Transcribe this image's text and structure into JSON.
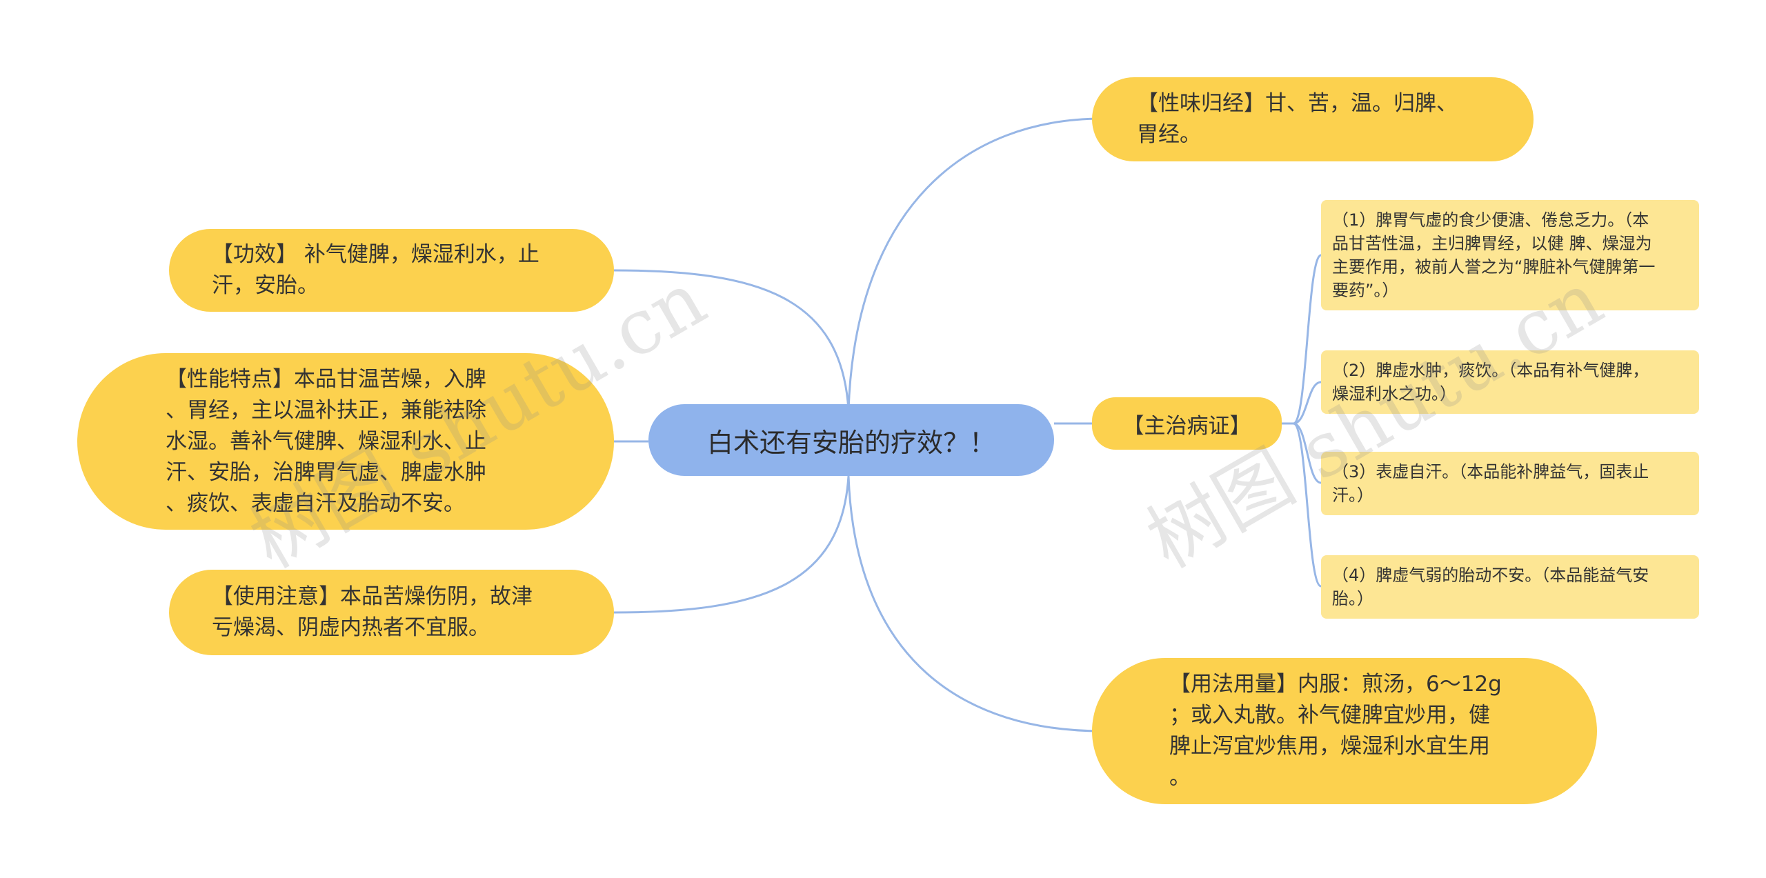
{
  "root": {
    "label": "白术还有安胎的疗效？！"
  },
  "left_nodes": [
    {
      "label": "【功效】 补气健脾，燥湿利水，止\n汗，安胎。"
    },
    {
      "label": "【性能特点】本品甘温苦燥，入脾\n、胃经，主以温补扶正，兼能祛除\n水湿。善补气健脾、燥湿利水、止\n汗、安胎，治脾胃气虚、脾虚水肿\n、痰饮、表虚自汗及胎动不安。"
    },
    {
      "label": "【使用注意】本品苦燥伤阴，故津\n亏燥渴、阴虚内热者不宜服。"
    }
  ],
  "right_nodes": {
    "flavor": {
      "label": "【性味归经】甘、苦，温。归脾、\n胃经。"
    },
    "indications": {
      "label": "【主治病证】",
      "items": [
        {
          "label": "（1）脾胃气虚的食少便溏、倦怠乏力。（本\n品甘苦性温，主归脾胃经，以健 脾、燥湿为\n主要作用，被前人誉之为“脾脏补气健脾第一\n要药”。）"
        },
        {
          "label": "（2）脾虚水肿，痰饮。（本品有补气健脾，\n燥湿利水之功。）"
        },
        {
          "label": "（3）表虚自汗。（本品能补脾益气，固表止\n汗。）"
        },
        {
          "label": "（4）脾虚气弱的胎动不安。（本品能益气安\n胎。）"
        }
      ]
    },
    "dosage": {
      "label": "【用法用量】内服：煎汤，6～12g\n；或入丸散。补气健脾宜炒用，健\n脾止泻宜炒焦用，燥湿利水宜生用\n。"
    }
  },
  "watermarks": [
    "树图 shutu.cn",
    "树图 shutu.cn"
  ],
  "colors": {
    "root": "#8fb3ec",
    "branch": "#fcd14e",
    "leaf": "#fde694",
    "connector": "#97b6e6"
  }
}
